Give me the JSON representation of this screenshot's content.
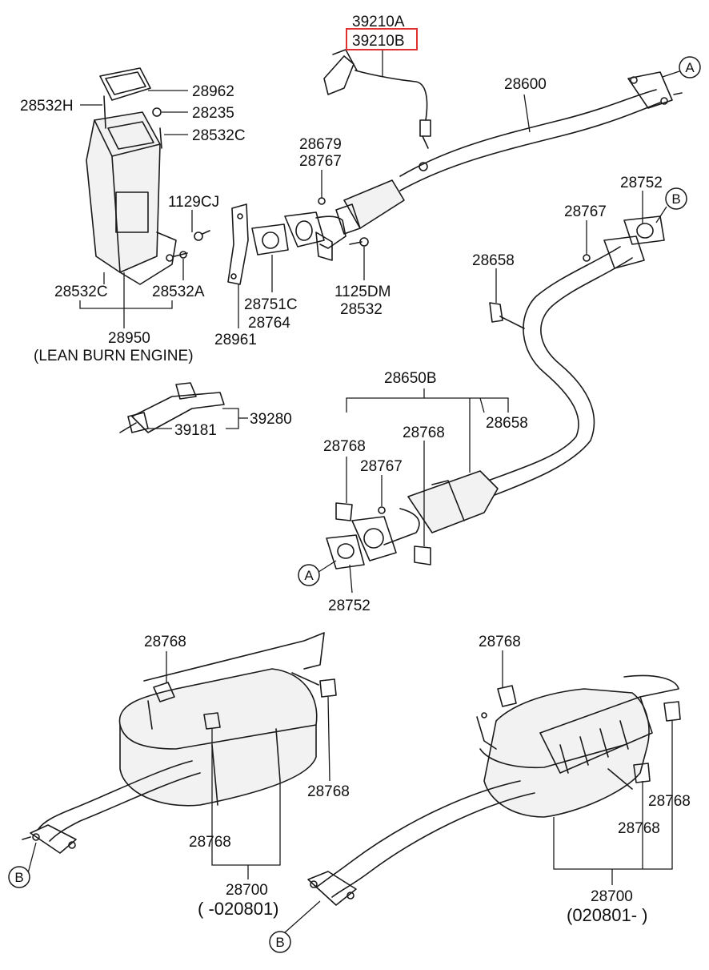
{
  "highlight_color": "#e03030",
  "labels": {
    "p39210a": "39210A",
    "p39210b": "39210B",
    "p28962": "28962",
    "p28532h": "28532H",
    "p28235": "28235",
    "p28532c_top": "28532C",
    "p28600": "28600",
    "ref_a_top": "A",
    "p28679": "28679",
    "p28767_a": "28767",
    "p1129cj": "1129CJ",
    "p28752_top": "28752",
    "ref_b_top": "B",
    "p28767_b": "28767",
    "p28658_top": "28658",
    "p28532c_low": "28532C",
    "p28532a": "28532A",
    "p28751c": "28751C",
    "p28764": "28764",
    "p1125dm": "1125DM",
    "p28532": "28532",
    "p28950": "28950",
    "lean_burn": "(LEAN BURN ENGINE)",
    "p28961": "28961",
    "p28650b": "28650B",
    "p39280": "39280",
    "p39181": "39181",
    "p28658_mid": "28658",
    "p28768_a": "28768",
    "p28768_b": "28768",
    "p28767_c": "28767",
    "ref_a_mid": "A",
    "p28752_mid": "28752",
    "p28768_c": "28768",
    "p28768_d": "28768",
    "p28768_e": "28768",
    "p28768_f": "28768",
    "p28768_g": "28768",
    "p28768_h": "28768",
    "ref_b_left": "B",
    "p28700_left": "28700",
    "range_left": "( -020801)",
    "ref_b_right": "B",
    "p28700_right": "28700",
    "range_right": "(020801- )"
  }
}
